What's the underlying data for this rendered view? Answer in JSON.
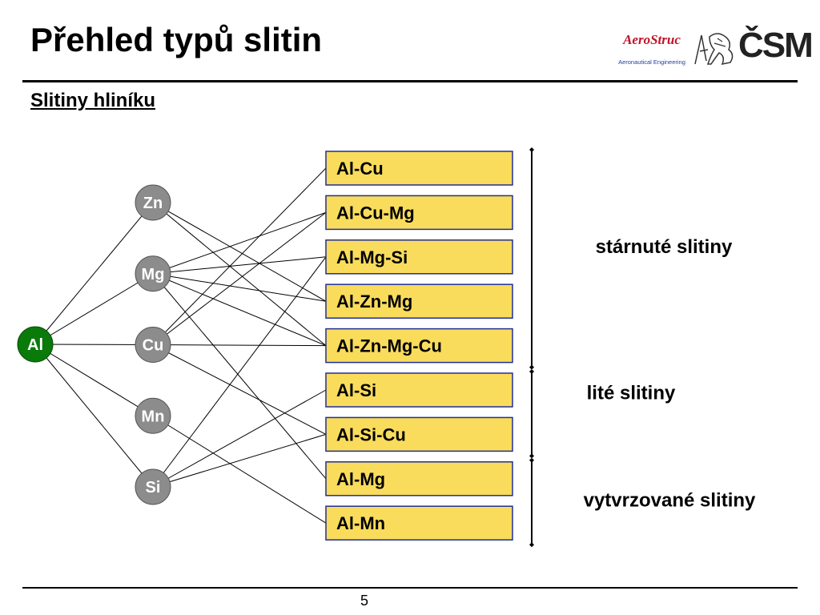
{
  "slide": {
    "title": "Přehled typů slitin",
    "subtitle": "Slitiny hliníku",
    "page_number": "5"
  },
  "logos": {
    "aerostruc_name": "AeroStruc",
    "aerostruc_tagline": "Aeronautical Engineering",
    "csm_mark": "ČSM"
  },
  "colors": {
    "base_node": "#0a7a0a",
    "element_node": "#8c8c8c",
    "alloy_box_fill": "#f9dc5c",
    "alloy_box_border": "#1f2f9a"
  },
  "base_node": {
    "label": "Al"
  },
  "element_nodes": [
    {
      "label": "Zn"
    },
    {
      "label": "Mg"
    },
    {
      "label": "Cu"
    },
    {
      "label": "Mn"
    },
    {
      "label": "Si"
    }
  ],
  "alloys": [
    {
      "label": "Al-Cu",
      "elements": [
        "Cu"
      ]
    },
    {
      "label": "Al-Cu-Mg",
      "elements": [
        "Cu",
        "Mg"
      ]
    },
    {
      "label": "Al-Mg-Si",
      "elements": [
        "Mg",
        "Si"
      ]
    },
    {
      "label": "Al-Zn-Mg",
      "elements": [
        "Zn",
        "Mg"
      ]
    },
    {
      "label": "Al-Zn-Mg-Cu",
      "elements": [
        "Zn",
        "Mg",
        "Cu"
      ]
    },
    {
      "label": "Al-Si",
      "elements": [
        "Si"
      ]
    },
    {
      "label": "Al-Si-Cu",
      "elements": [
        "Si",
        "Cu"
      ]
    },
    {
      "label": "Al-Mg",
      "elements": [
        "Mg"
      ]
    },
    {
      "label": "Al-Mn",
      "elements": [
        "Mn"
      ]
    }
  ],
  "groups": [
    {
      "label": "stárnuté slitiny",
      "first_alloy": 0,
      "last_alloy": 4
    },
    {
      "label": "lité slitiny",
      "first_alloy": 5,
      "last_alloy": 6
    },
    {
      "label": "vytvrzované slitiny",
      "first_alloy": 7,
      "last_alloy": 8
    }
  ]
}
